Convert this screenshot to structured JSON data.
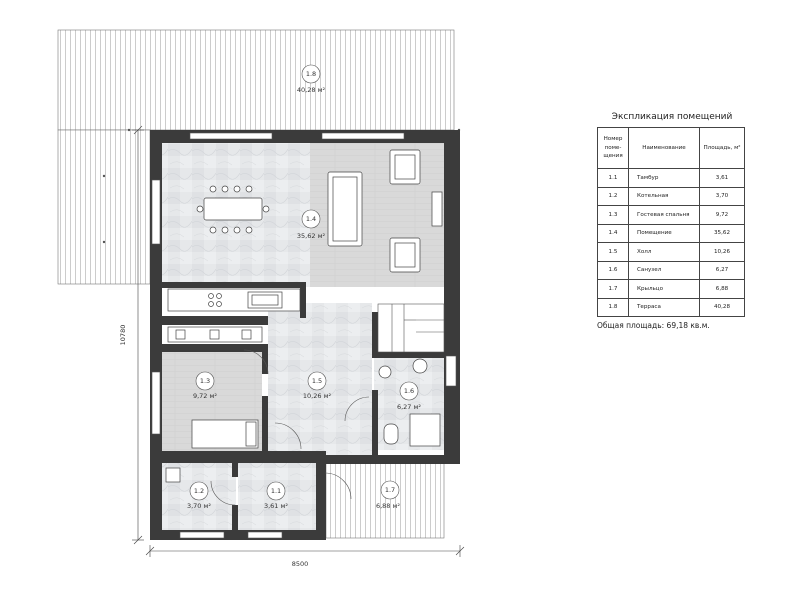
{
  "rooms": [
    {
      "num": "1.8",
      "area": "40,28 м²"
    },
    {
      "num": "1.4",
      "area": "35,62 м²"
    },
    {
      "num": "1.3",
      "area": "9,72 м²"
    },
    {
      "num": "1.5",
      "area": "10,26 м²"
    },
    {
      "num": "1.6",
      "area": "6,27 м²"
    },
    {
      "num": "1.2",
      "area": "3,70 м²"
    },
    {
      "num": "1.1",
      "area": "3,61 м²"
    },
    {
      "num": "1.7",
      "area": "6,88 м²"
    }
  ],
  "dimensions": {
    "width": "8500",
    "height": "10780"
  },
  "explication": {
    "title": "Экспликация помещений",
    "headers": {
      "num": "Номер поме- щения",
      "name": "Наименование",
      "area": "Площадь, м²"
    },
    "rows": [
      {
        "num": "1.1",
        "name": "Тамбур",
        "area": "3,61"
      },
      {
        "num": "1.2",
        "name": "Котельная",
        "area": "3,70"
      },
      {
        "num": "1.3",
        "name": "Гостевая спальня",
        "area": "9,72"
      },
      {
        "num": "1.4",
        "name": "Помещение",
        "area": "35,62"
      },
      {
        "num": "1.5",
        "name": "Холл",
        "area": "10,26"
      },
      {
        "num": "1.6",
        "name": "Санузел",
        "area": "6,27"
      },
      {
        "num": "1.7",
        "name": "Крыльцо",
        "area": "6,88"
      },
      {
        "num": "1.8",
        "name": "Терраса",
        "area": "40,28"
      }
    ],
    "total": "Общая площадь: 69,18 кв.м."
  }
}
